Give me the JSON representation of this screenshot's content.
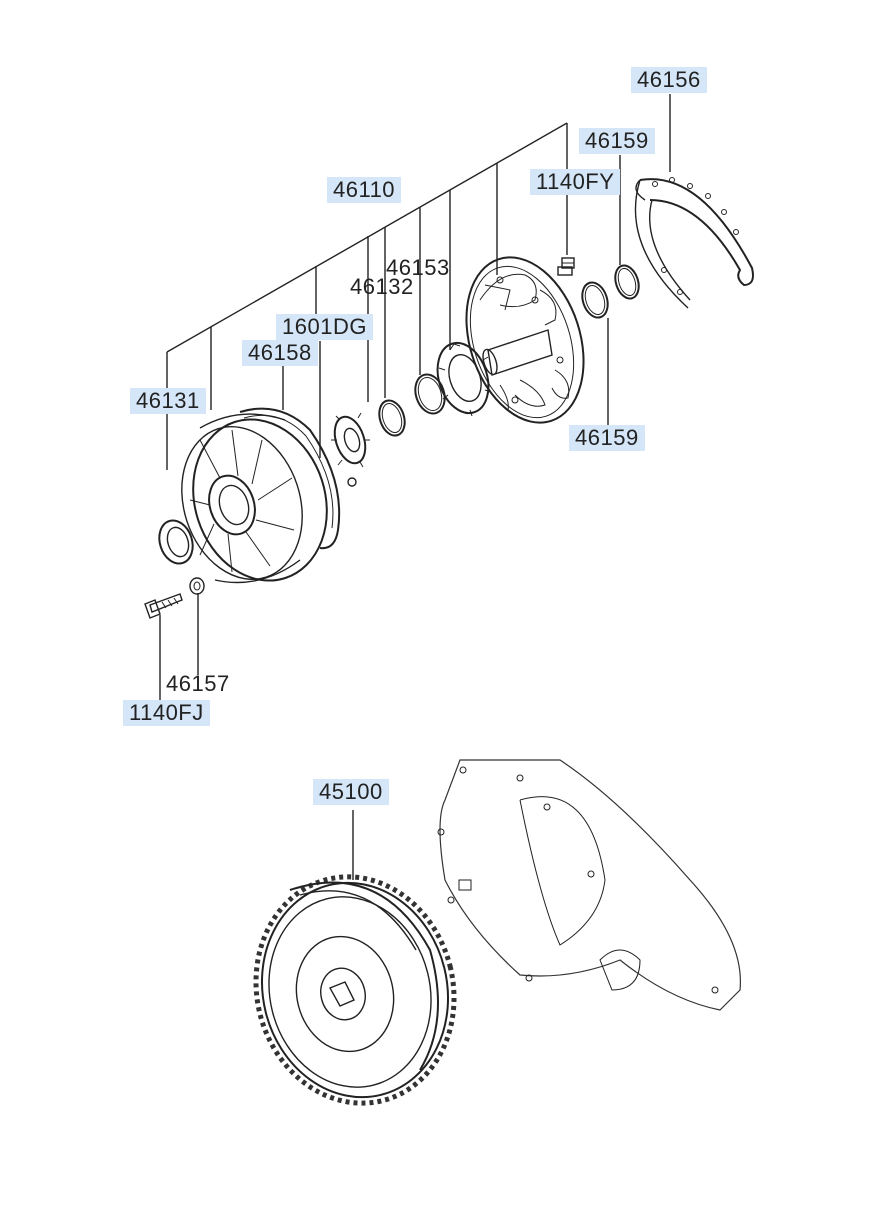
{
  "labels": {
    "p46156": "46156",
    "p46159a": "46159",
    "p1140fy": "1140FY",
    "p46110": "46110",
    "p46153": "46153",
    "p46132": "46132",
    "p1601dg": "1601DG",
    "p46158": "46158",
    "p46131": "46131",
    "p46159b": "46159",
    "p46157": "46157",
    "p1140fj": "1140FJ",
    "p45100": "45100"
  },
  "colors": {
    "label_highlight": "#d4e6f7",
    "line": "#222222"
  }
}
